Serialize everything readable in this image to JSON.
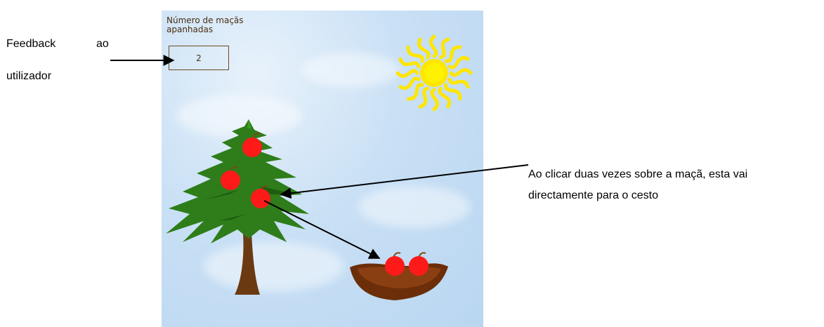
{
  "annotations": {
    "feedback_line1_word1": "Feedback",
    "feedback_line1_word2": "ao",
    "feedback_line2": "utilizador",
    "doubleclick_line1": "Ao clicar duas vezes sobre a maçã, esta vai",
    "doubleclick_line2": "directamente para o cesto"
  },
  "game": {
    "counter_label": "Número de maçãs apanhadas",
    "counter_value": "2",
    "apples_on_tree": 3,
    "apples_in_basket": 2
  },
  "colors": {
    "sky": "#c9e0f5",
    "apple": "#ff1a1a",
    "tree": "#2e7d1a",
    "trunk": "#6b3a12",
    "basket": "#6b2e08",
    "sun": "#ffe600"
  },
  "icons": {
    "sun": "sun-icon",
    "tree": "tree-icon",
    "basket": "basket-icon",
    "apple": "apple-icon"
  }
}
